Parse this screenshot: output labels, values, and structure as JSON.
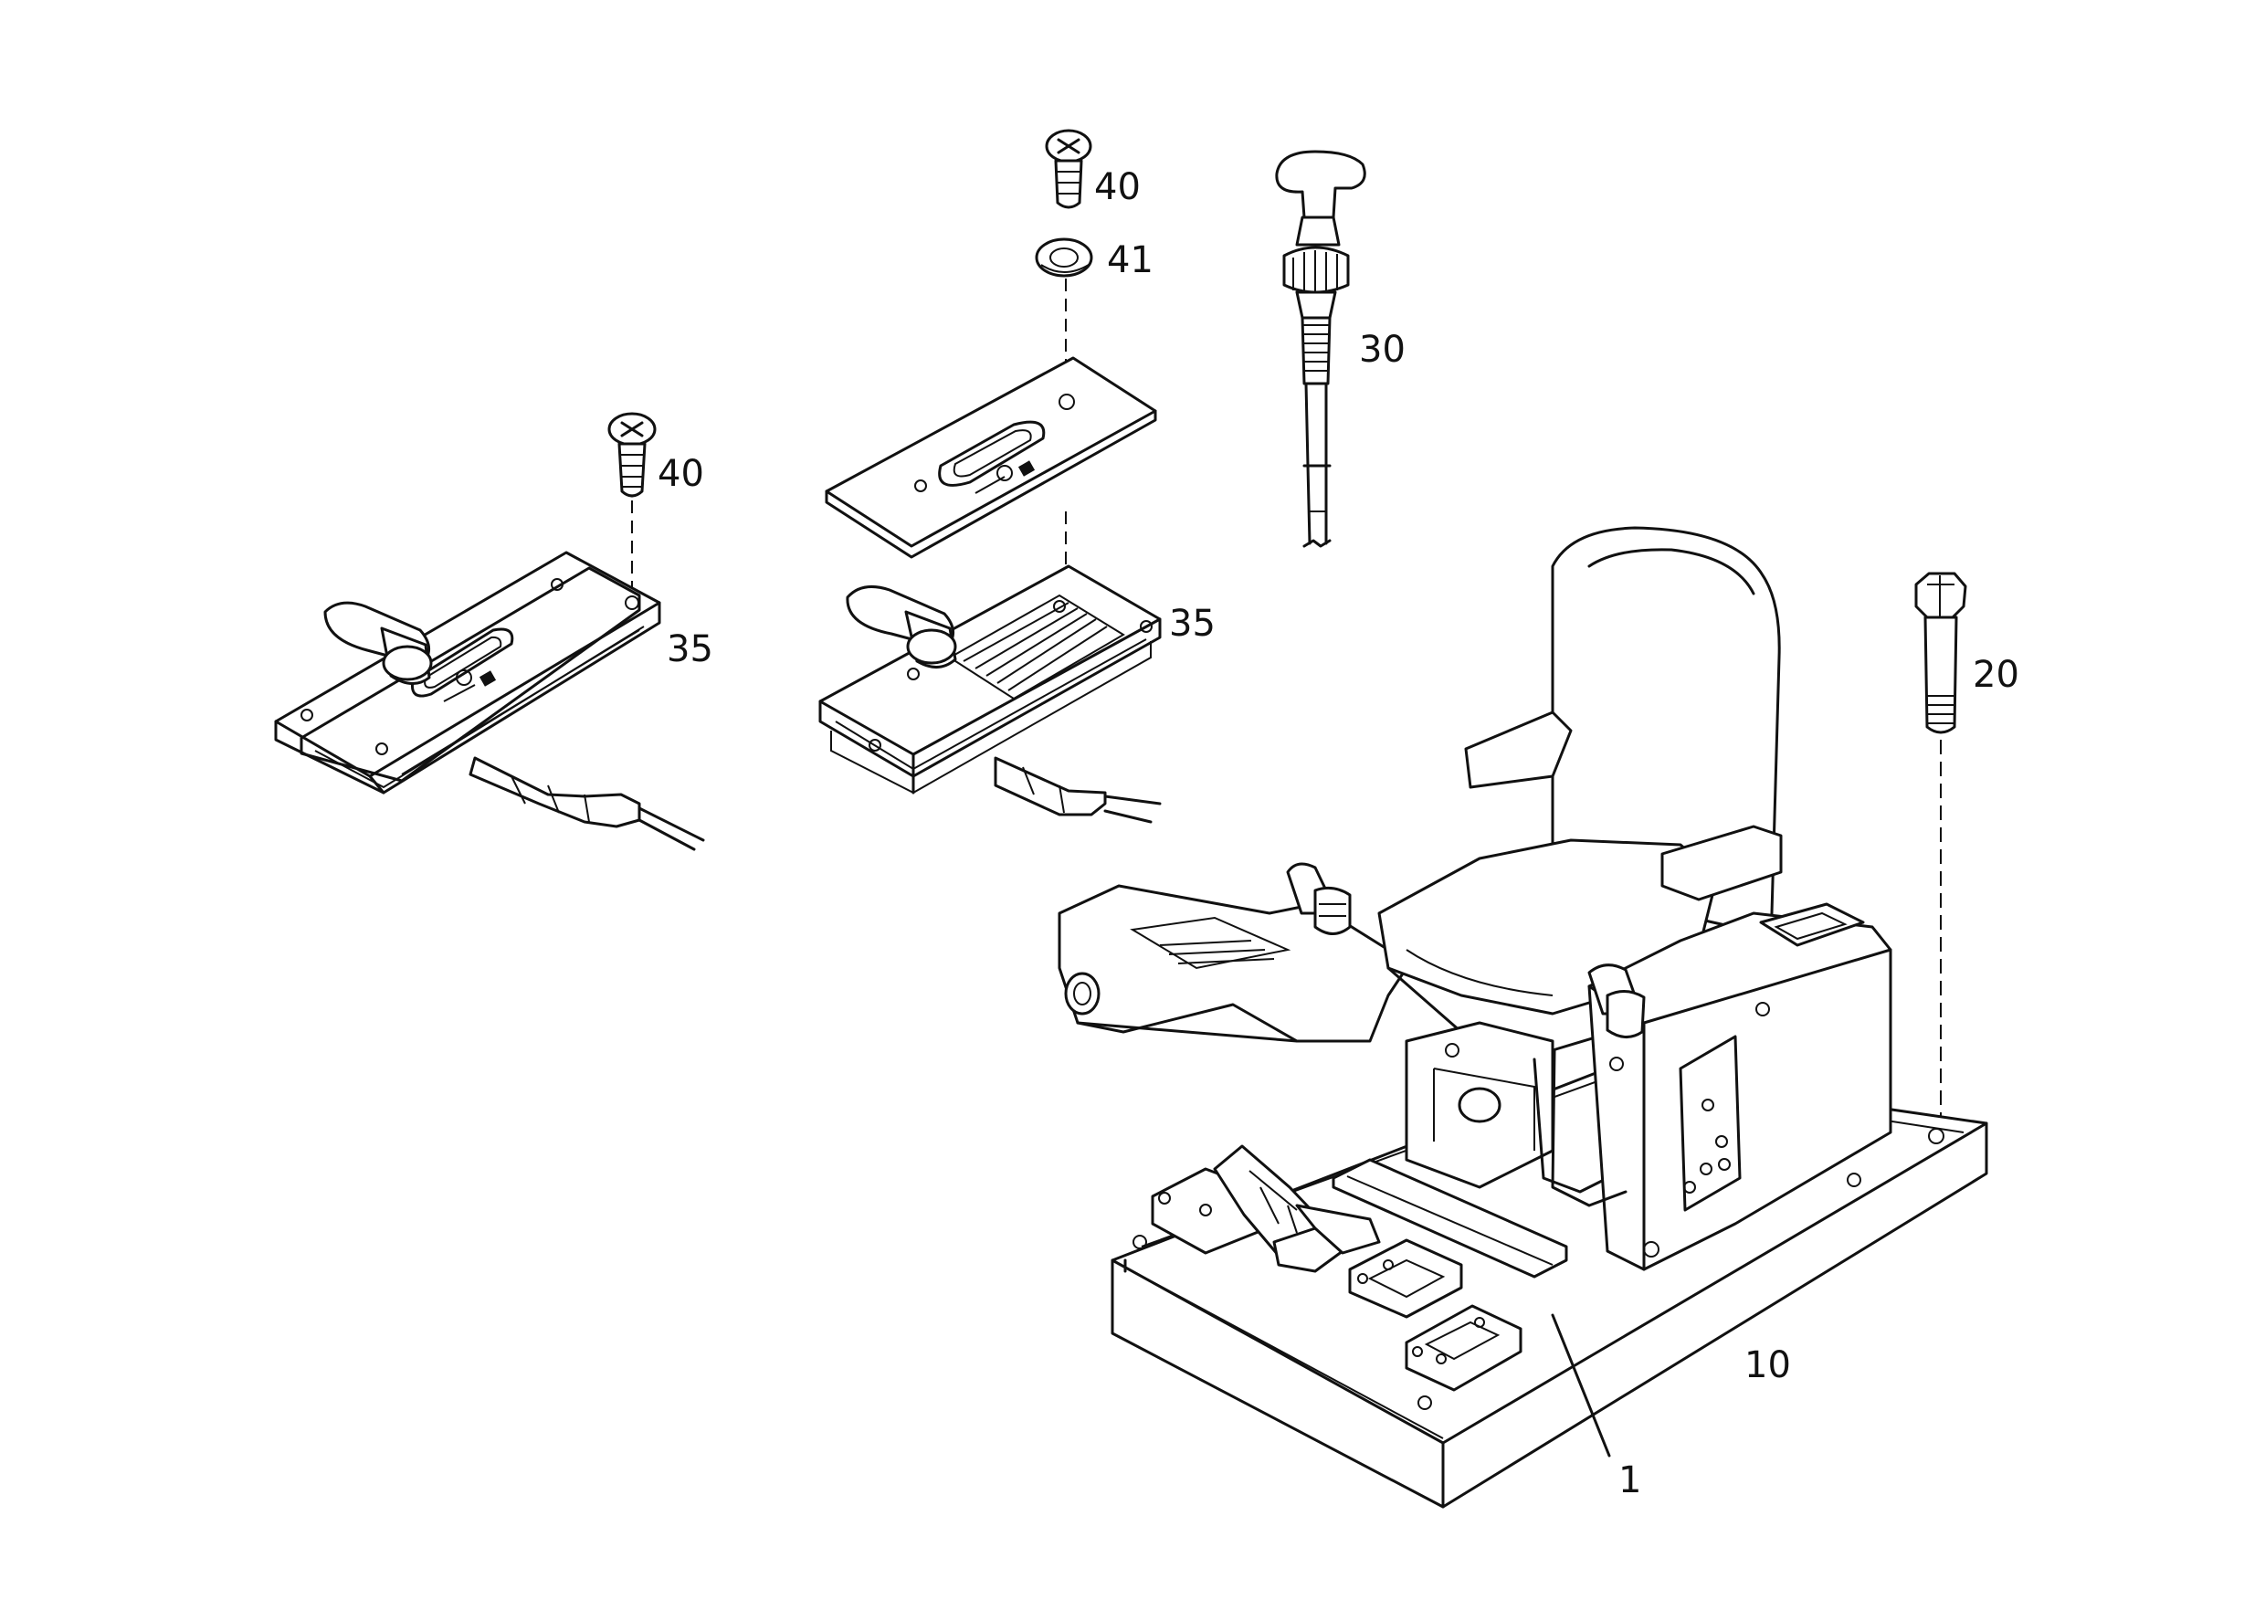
{
  "callouts": {
    "c1": "1",
    "c10": "10",
    "c20": "20",
    "c30": "30",
    "c35a": "35",
    "c35b": "35",
    "c40a": "40",
    "c40b": "40",
    "c41": "41"
  },
  "parts": [
    {
      "id": "screw-40",
      "ref": "40"
    },
    {
      "id": "washer-41",
      "ref": "41"
    },
    {
      "id": "push-pull-cable-30",
      "ref": "30"
    },
    {
      "id": "control-panel-35",
      "ref": "35"
    },
    {
      "id": "bolt-20",
      "ref": "20"
    },
    {
      "id": "operator-platform-10",
      "ref": "10"
    },
    {
      "id": "operator-seat-assembly-1",
      "ref": "1"
    }
  ]
}
